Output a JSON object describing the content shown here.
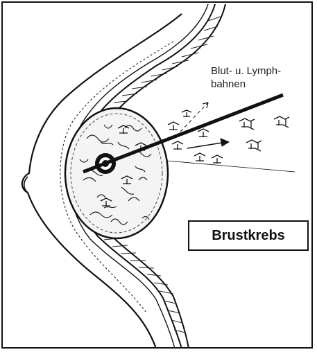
{
  "annotations": {
    "vessels_line1": "Blut- u. Lymph-",
    "vessels_line2": "bahnen",
    "title": "Brustkrebs"
  },
  "colors": {
    "ink": "#111111",
    "paper": "#ffffff",
    "gland_fill": "#f4f4f4"
  },
  "icons": [
    "tumor-core-icon",
    "cancer-cell-icon",
    "arrow-icon"
  ]
}
